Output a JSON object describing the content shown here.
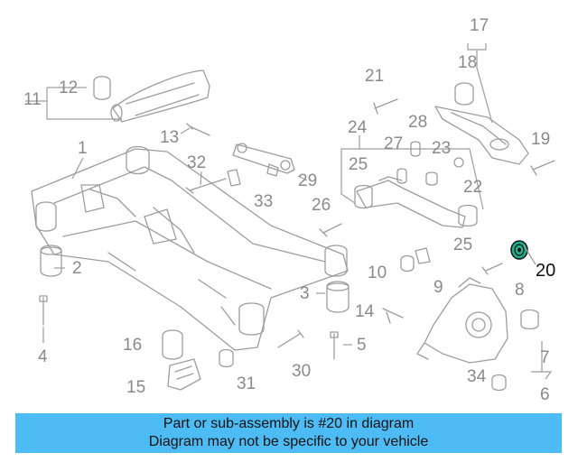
{
  "diagram": {
    "callouts": [
      "1",
      "2",
      "3",
      "4",
      "5",
      "6",
      "7",
      "8",
      "9",
      "10",
      "11",
      "12",
      "13",
      "14",
      "15",
      "16",
      "17",
      "18",
      "19",
      "20",
      "21",
      "22",
      "23",
      "24",
      "25",
      "25",
      "26",
      "27",
      "28",
      "29",
      "30",
      "31",
      "32",
      "33",
      "34"
    ],
    "highlighted_part": "20",
    "highlight_color": "#1fb08f"
  },
  "banner": {
    "line1": "Part or sub-assembly is #20 in diagram",
    "line2": "Diagram may not be specific to your vehicle",
    "background": "#4dbcf4"
  }
}
